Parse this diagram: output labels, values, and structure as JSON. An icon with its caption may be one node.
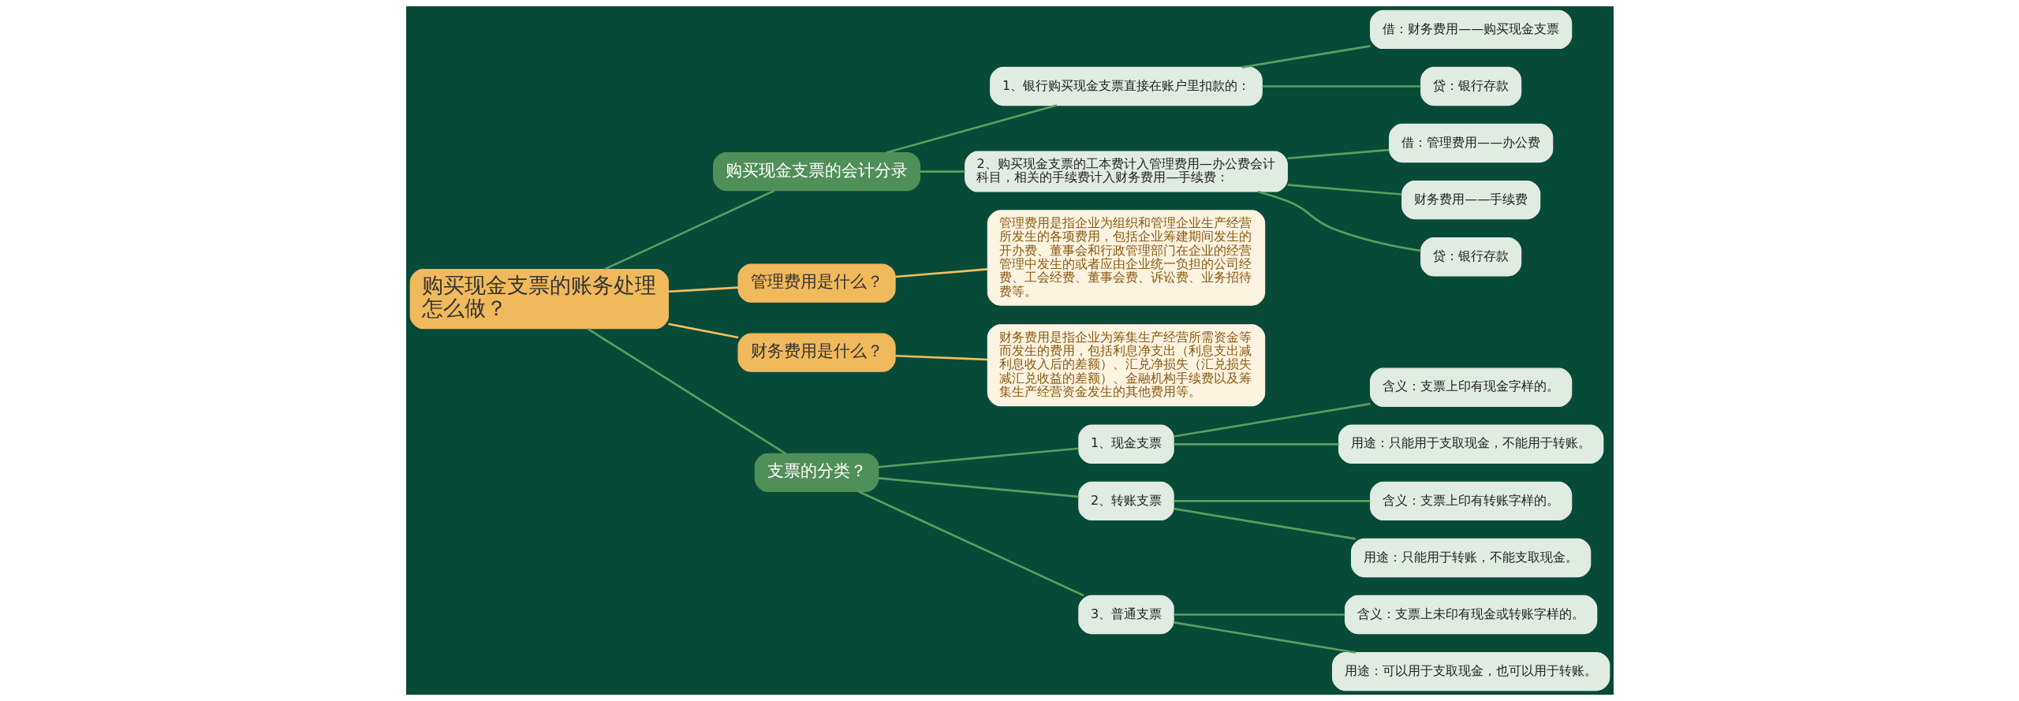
{
  "diagram": {
    "nodes": [
      {
        "text": [
          "购买现金支票的账务处理怎么做？"
        ]
      },
      {
        "text": [
          "购买现金支票的会计分录"
        ]
      },
      {
        "text": [
          "1、银行购买现金支票直接在账户里扣款的："
        ]
      },
      {
        "text": [
          "借：财务费用——购买现金支票"
        ]
      },
      {
        "text": [
          "贷：银行存款"
        ]
      },
      {
        "text": [
          "2、购买现金支票的工本费计入管理费用—办公费会计科目，相关的手续费计入财务费用—手续费："
        ]
      },
      {
        "text": [
          "借：管理费用——办公费"
        ]
      },
      {
        "text": [
          "财务费用——手续费"
        ]
      },
      {
        "text": [
          "贷：银行存款"
        ]
      },
      {
        "text": [
          "管理费用是什么？"
        ]
      },
      {
        "text": [
          "管理费用是指企业为组织和管理企业生产经营所发生的各项费用，包括企业筹建期间发生的开办费、董事会和行政管理部门在企业的经营管理中发生的或者应由企业统一负担的公司经费、工会经费、董事会费、诉讼费、业务招待费等。"
        ]
      },
      {
        "text": [
          "财务费用是什么？"
        ]
      },
      {
        "text": [
          "财务费用是指企业为筹集生产经营所需资金等而发生的费用，包括利息净支出（利息支出减利息收入后的差额）、汇兑净损失（汇兑损失减汇兑收益的差额）、金融机构手续费以及筹集生产经营资金发生的其他费用等。"
        ]
      },
      {
        "text": [
          "支票的分类？"
        ]
      },
      {
        "text": [
          "1、现金支票"
        ]
      },
      {
        "text": [
          "含义：支票上印有现金字样的。"
        ]
      },
      {
        "text": [
          "用途：只能用于支取现金，不能用于转账。"
        ]
      },
      {
        "text": [
          "2、转账支票"
        ]
      },
      {
        "text": [
          "含义：支票上印有转账字样的。"
        ]
      },
      {
        "text": [
          "用途：只能用于转账，不能支取现金。"
        ]
      },
      {
        "text": [
          "3、普通支票"
        ]
      },
      {
        "text": [
          "含义：支票上未印有现金或转账字样的。"
        ]
      },
      {
        "text": [
          "用途：可以用于支取现金，也可以用于转账。"
        ]
      }
    ],
    "edges": [
      {
        "from": 0,
        "to": 1,
        "arrow": "none"
      },
      {
        "from": 1,
        "to": 2,
        "arrow": "none"
      },
      {
        "from": 2,
        "to": 3,
        "arrow": "none"
      },
      {
        "from": 2,
        "to": 4,
        "arrow": "none"
      },
      {
        "from": 1,
        "to": 5,
        "arrow": "none"
      },
      {
        "from": 5,
        "to": 6,
        "arrow": "none"
      },
      {
        "from": 5,
        "to": 7,
        "arrow": "none"
      },
      {
        "from": 5,
        "to": 8,
        "arrow": "none"
      },
      {
        "from": 0,
        "to": 9,
        "arrow": "none",
        "color": "#f0c060"
      },
      {
        "from": 9,
        "to": 10,
        "arrow": "none",
        "color": "#f0c060"
      },
      {
        "from": 0,
        "to": 11,
        "arrow": "none",
        "color": "#f0c060"
      },
      {
        "from": 11,
        "to": 12,
        "arrow": "none",
        "color": "#f0c060"
      },
      {
        "from": 0,
        "to": 13,
        "arrow": "none"
      },
      {
        "from": 13,
        "to": 14,
        "arrow": "none"
      },
      {
        "from": 14,
        "to": 15,
        "arrow": "none"
      },
      {
        "from": 14,
        "to": 16,
        "arrow": "none"
      },
      {
        "from": 13,
        "to": 17,
        "arrow": "none"
      },
      {
        "from": 17,
        "to": 18,
        "arrow": "none"
      },
      {
        "from": 17,
        "to": 19,
        "arrow": "none"
      },
      {
        "from": 13,
        "to": 20,
        "arrow": "none"
      },
      {
        "from": 20,
        "to": 21,
        "arrow": "none"
      },
      {
        "from": 20,
        "to": 22,
        "arrow": "none"
      }
    ]
  }
}
